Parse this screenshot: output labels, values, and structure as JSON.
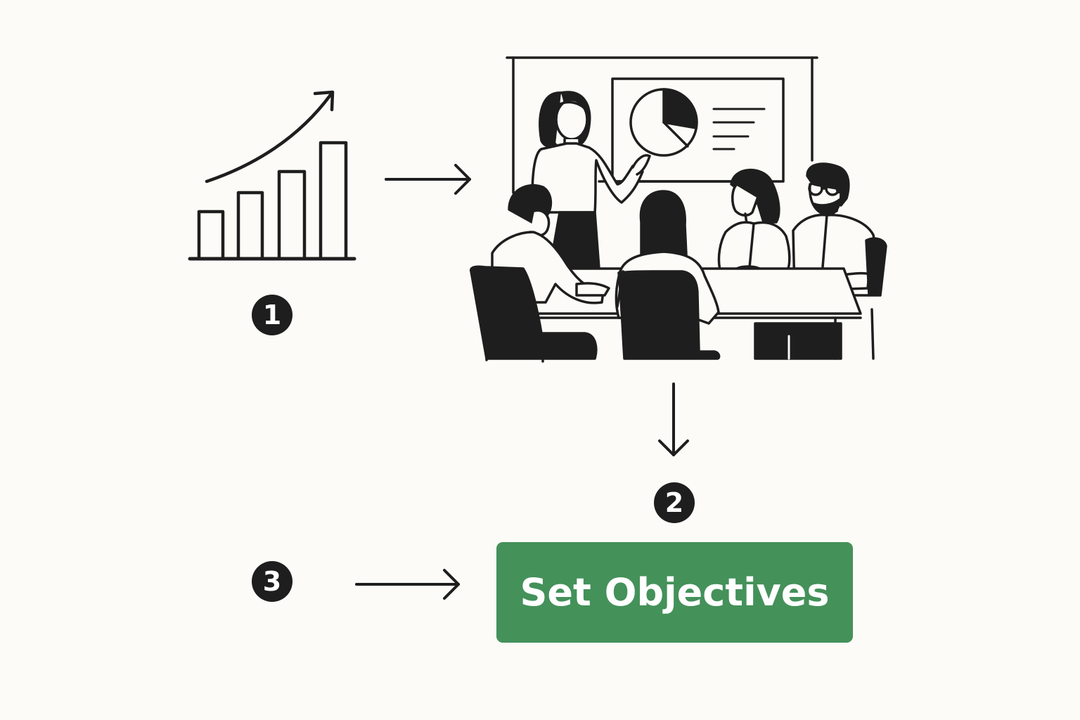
{
  "colors": {
    "background": "#fcfbf7",
    "ink": "#1e1e1e",
    "button_green": "#44915a",
    "button_text": "#ffffff"
  },
  "steps": [
    {
      "number": "1",
      "icon": "rising-bar-chart-icon"
    },
    {
      "number": "2",
      "icon": "team-meeting-illustration"
    },
    {
      "number": "3",
      "icon": "set-objectives-button"
    }
  ],
  "action": {
    "label": "Set Objectives"
  }
}
